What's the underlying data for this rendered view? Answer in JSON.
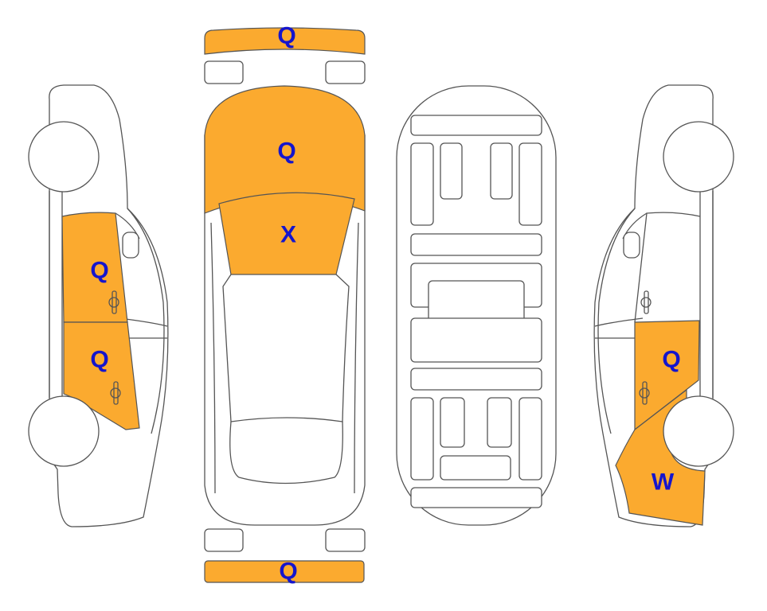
{
  "diagram": {
    "damage_color": "#FBAA2F",
    "code_color": "#1515CC",
    "marks": {
      "front_bumper": "Q",
      "hood": "Q",
      "windshield": "X",
      "left_front_door": "Q",
      "left_rear_door": "Q",
      "right_front_door": "Q",
      "right_front_fender": "W",
      "rear_bumper": "Q"
    }
  }
}
